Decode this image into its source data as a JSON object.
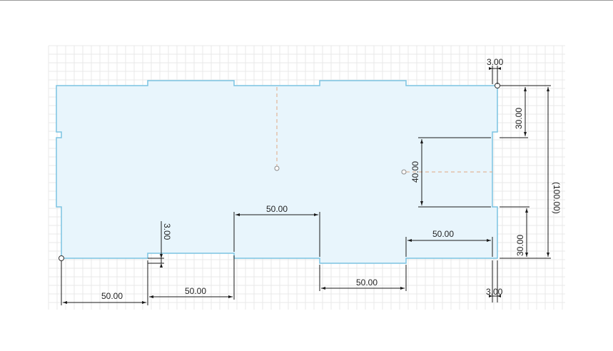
{
  "sketch": {
    "dimensions": {
      "top_tab_width": "3.00",
      "right_top_segment": "30.00",
      "right_slot_height": "40.00",
      "right_bottom_segment": "30.00",
      "overall_height": "(100.00)",
      "bottom_slot_width": "50.00",
      "bottom_right_segment": "50.00",
      "left_tab_depth": "3.00",
      "bottom_left_segment": "50.00",
      "bottom_second_segment": "50.00",
      "bottom_fourth_segment": "50.00",
      "bottom_tab_width": "3.00"
    },
    "colors": {
      "profile_fill": "#e8f5fc",
      "profile_stroke": "#7cc4e2",
      "dimension_line": "#1a1a1a",
      "construction_line": "#e0a882",
      "grid_minor": "#e9e9e9",
      "grid_major": "#dcdcdc"
    }
  }
}
